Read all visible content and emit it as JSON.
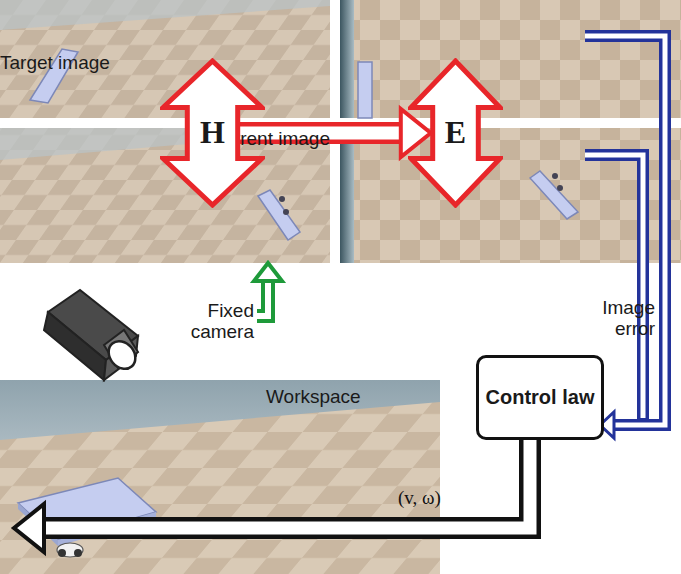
{
  "diagram": {
    "nodes": [
      {
        "text": [
          "Target image"
        ]
      },
      {
        "text": [
          "Current image"
        ]
      },
      {
        "text": [
          "H"
        ]
      },
      {
        "text": [
          "E"
        ]
      },
      {
        "text": [
          "Fixed camera"
        ]
      },
      {
        "text": [
          "Workspace"
        ]
      },
      {
        "text": [
          "Control law"
        ]
      }
    ],
    "edges": [
      {
        "from": 2,
        "to": 3,
        "arrow": "to"
      },
      {
        "from": 4,
        "to": 1,
        "arrow": "to"
      },
      {
        "from": 6,
        "to": 5,
        "label": "(v, ω)",
        "arrow": "to"
      }
    ],
    "labels": [
      "Image error"
    ]
  }
}
